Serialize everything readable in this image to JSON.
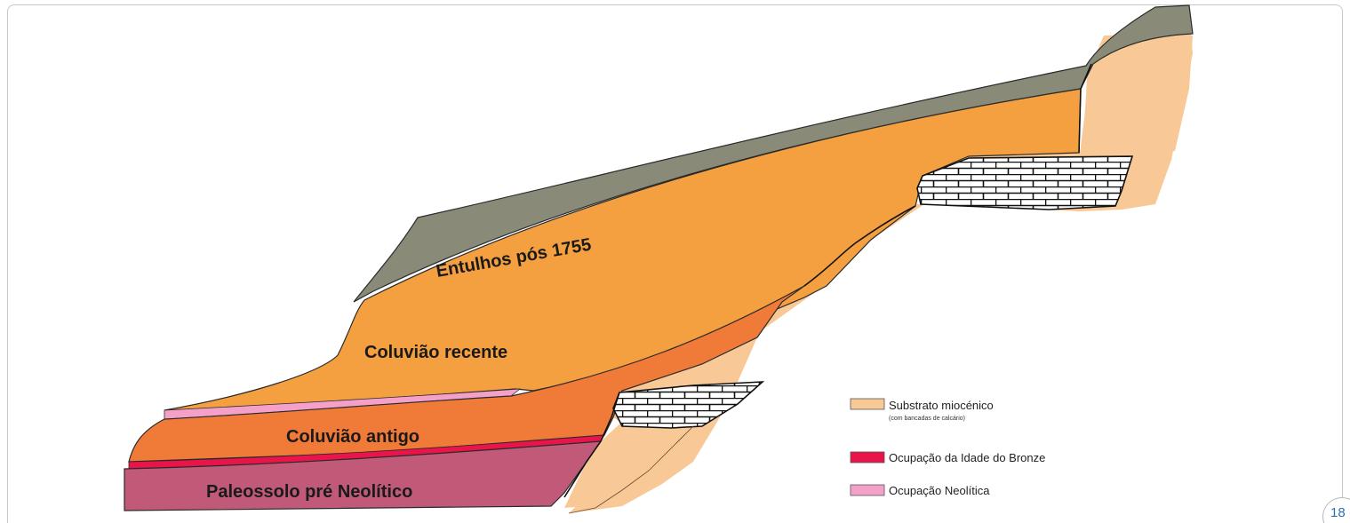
{
  "layers": {
    "entulhos": "Entulhos pós 1755",
    "coluviao_recente": "Coluvião recente",
    "coluviao_antigo": "Coluvião antigo",
    "paleossolo": "Paleossolo pré Neolítico"
  },
  "legend": {
    "substrato": "Substrato miocénico",
    "substrato_sub": "(com bancadas de calcário)",
    "bronze": "Ocupação da Idade do Bronze",
    "neolitica": "Ocupação Neolítica"
  },
  "colors": {
    "entulhos": "#8a8a78",
    "coluviao_recente": "#f4a040",
    "coluviao_antigo": "#f07a38",
    "paleossolo": "#c05a78",
    "substrato": "#f8c896",
    "bronze": "#e8144a",
    "neolitica": "#f4a0c8",
    "limestone": "#ffffff"
  },
  "page_number": "18"
}
